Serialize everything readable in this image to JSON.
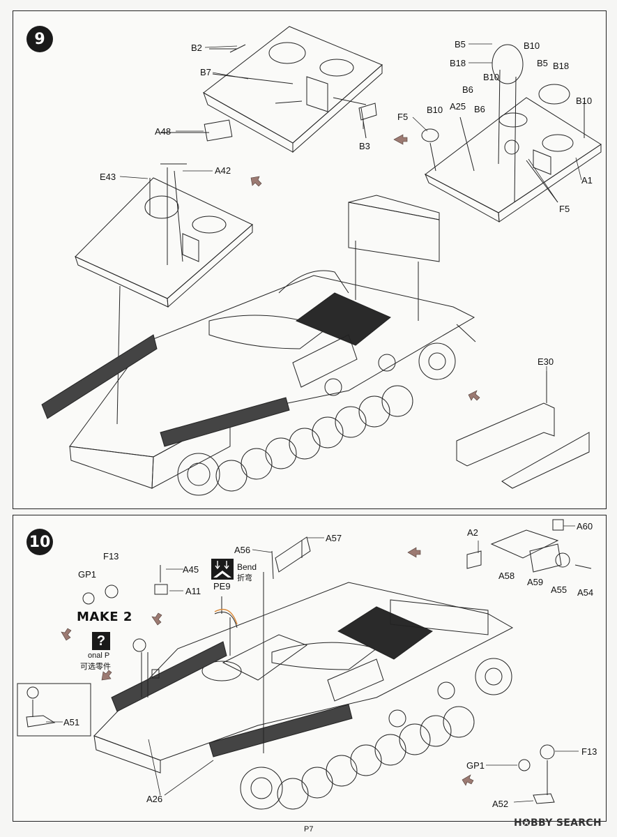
{
  "step9": {
    "number": "9",
    "labels": {
      "B2": "B2",
      "B7": "B7",
      "A48": "A48",
      "B3": "B3",
      "E43": "E43",
      "A42": "A42",
      "B5a": "B5",
      "B18a": "B18",
      "B10a": "B10",
      "B10b": "B10",
      "B5b": "B5",
      "B18b": "B18",
      "B6a": "B6",
      "B6b": "B6",
      "A25": "A25",
      "B10c": "B10",
      "B10d": "B10",
      "F5a": "F5",
      "F5b": "F5",
      "A1": "A1",
      "E30": "E30"
    }
  },
  "step10": {
    "number": "10",
    "labels": {
      "F13a": "F13",
      "GP1a": "GP1",
      "A45": "A45",
      "A11": "A11",
      "A56": "A56",
      "A57": "A57",
      "PE9": "PE9",
      "A2": "A2",
      "A60": "A60",
      "A58": "A58",
      "A59": "A59",
      "A55": "A55",
      "A54": "A54",
      "A51": "A51",
      "A26": "A26",
      "GP1b": "GP1",
      "F13b": "F13",
      "A52": "A52"
    },
    "make2": "MAKE 2",
    "optional_symbol": "?",
    "optional_text": "onal P",
    "optional_text_cn": "可选零件",
    "bend": "Bend",
    "bend_cn": "折弯"
  },
  "footer": {
    "page": "P7"
  },
  "watermark": "H✪BBY SEARCH",
  "colors": {
    "arrow": "#9c7a72",
    "ink": "#1a1a1a",
    "paper": "#fafaf8"
  }
}
